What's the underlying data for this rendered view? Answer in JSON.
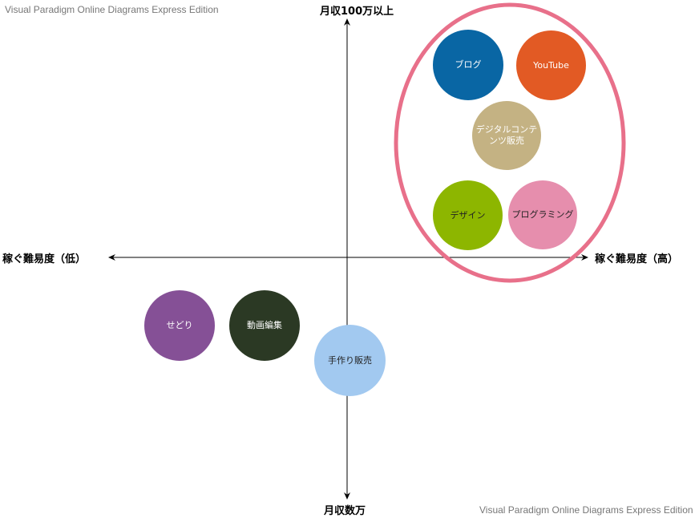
{
  "watermarks": {
    "top": "Visual Paradigm Online Diagrams Express Edition",
    "bottom": "Visual Paradigm Online Diagrams Express Edition"
  },
  "axes": {
    "top": "月収100万以上",
    "bottom": "月収数万",
    "left": "稼ぐ難易度（低）",
    "right": "稼ぐ難易度（高）"
  },
  "highlight": {
    "color": "#e8708a"
  },
  "nodes": [
    {
      "id": "blog",
      "label": "ブログ",
      "color": "#0966a4",
      "text_color": "#ffffff"
    },
    {
      "id": "youtube",
      "label": "YouTube",
      "color": "#e25a24",
      "text_color": "#ffffff"
    },
    {
      "id": "digital-content",
      "label": "デジタルコンテンツ販売",
      "color": "#c4b283",
      "text_color": "#ffffff"
    },
    {
      "id": "design",
      "label": "デザイン",
      "color": "#8db600",
      "text_color": "#222222"
    },
    {
      "id": "programming",
      "label": "プログラミング",
      "color": "#e68ead",
      "text_color": "#222222"
    },
    {
      "id": "sedori",
      "label": "せどり",
      "color": "#855096",
      "text_color": "#ffffff"
    },
    {
      "id": "video-editing",
      "label": "動画編集",
      "color": "#2b3924",
      "text_color": "#ffffff"
    },
    {
      "id": "handmade",
      "label": "手作り販売",
      "color": "#a2c9f0",
      "text_color": "#222222"
    }
  ]
}
